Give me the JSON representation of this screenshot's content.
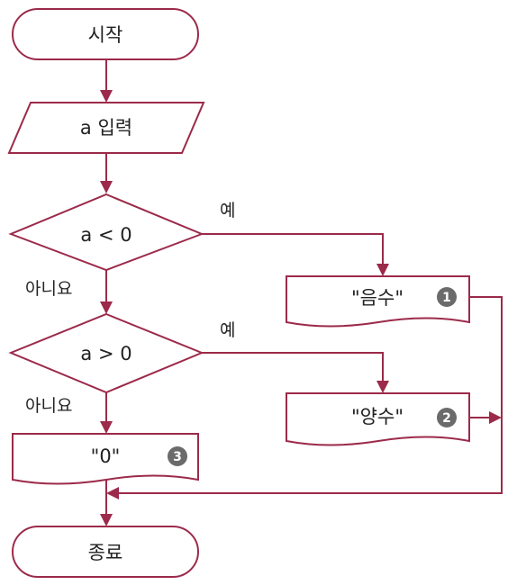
{
  "flowchart": {
    "start": "시작",
    "input": "a 입력",
    "cond1": "a < 0",
    "cond2": "a > 0",
    "out_negative": "\"음수\"",
    "out_positive": "\"양수\"",
    "out_zero": "\"0\"",
    "end": "종료",
    "yes1": "예",
    "yes2": "예",
    "no1": "아니요",
    "no2": "아니요",
    "badge1": "1",
    "badge2": "2",
    "badge3": "3"
  },
  "colors": {
    "stroke": "#9c2a4a",
    "badge": "#6b6b6b",
    "text": "#222222"
  }
}
